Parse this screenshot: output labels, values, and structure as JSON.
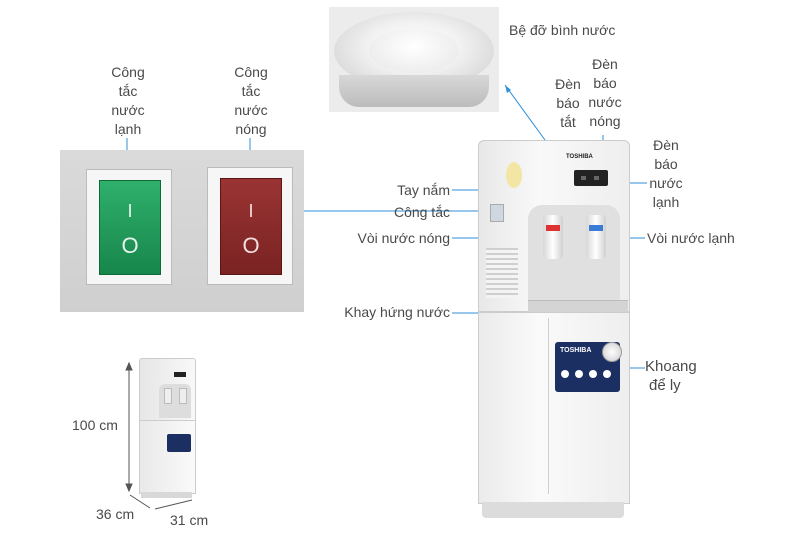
{
  "labels": {
    "bottle_holder": "Bệ đỡ bình nước",
    "indicator_off": [
      "Đèn",
      "báo",
      "tắt"
    ],
    "indicator_hot": [
      "Đèn",
      "báo",
      "nước",
      "nóng"
    ],
    "indicator_cold": [
      "Đèn",
      "báo",
      "nước",
      "lạnh"
    ],
    "handle": "Tay nắm",
    "switch": "Công tắc",
    "hot_faucet": "Vòi nước nóng",
    "cold_faucet": "Vòi nước lạnh",
    "drip_tray": "Khay hứng nước",
    "cup_compartment": [
      "Khoang",
      "để ly"
    ],
    "cold_switch": [
      "Công",
      "tắc",
      "nước",
      "lạnh"
    ],
    "hot_switch": [
      "Công",
      "tắc",
      "nước",
      "nóng"
    ]
  },
  "switch_marks": {
    "on": "I",
    "off": "O"
  },
  "brand": "TOSHIBA",
  "dimensions": {
    "height": "100 cm",
    "depth": "36 cm",
    "width": "31 cm"
  },
  "colors": {
    "line_blue": "#2f8fd8",
    "switch_green": "#1e9a5a",
    "switch_red": "#8b2a2a",
    "panel_gray": "#d7d7d7",
    "body_white": "#f2f2f2"
  }
}
